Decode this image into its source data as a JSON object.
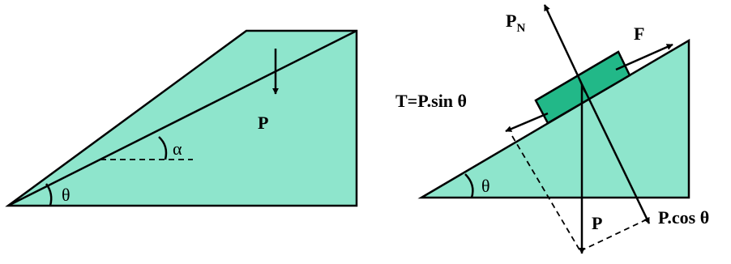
{
  "colors": {
    "fill": "#8EE5CC",
    "block": "#22B888",
    "stroke": "#000000",
    "background": "#FFFFFF"
  },
  "left_figure": {
    "weight_label": "P",
    "angle_alpha": "α",
    "angle_theta": "θ"
  },
  "right_figure": {
    "normal_force": {
      "main": "P",
      "sub": "N"
    },
    "friction_label": "F",
    "tangential_label": "T=P.sin θ",
    "weight_label": "P",
    "normal_component_label": "P.cos θ",
    "angle_theta": "θ"
  }
}
